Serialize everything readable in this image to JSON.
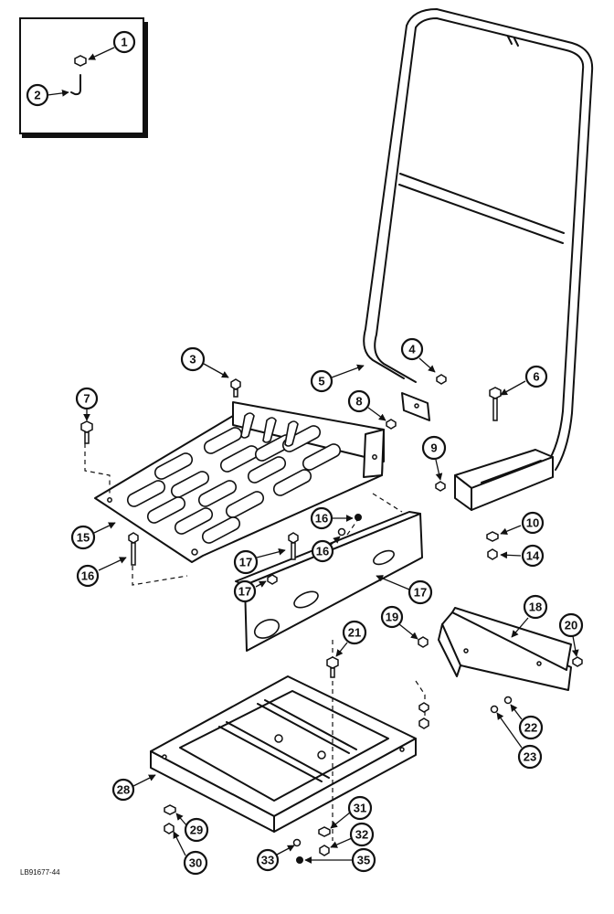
{
  "diagram": {
    "reference_code": "LB91677-44",
    "callouts": [
      "1",
      "2",
      "3",
      "4",
      "5",
      "6",
      "7",
      "8",
      "9",
      "10",
      "14",
      "15",
      "16",
      "16",
      "16",
      "17",
      "17",
      "17",
      "18",
      "19",
      "20",
      "21",
      "22",
      "23",
      "28",
      "29",
      "30",
      "31",
      "32",
      "33",
      "35"
    ]
  }
}
